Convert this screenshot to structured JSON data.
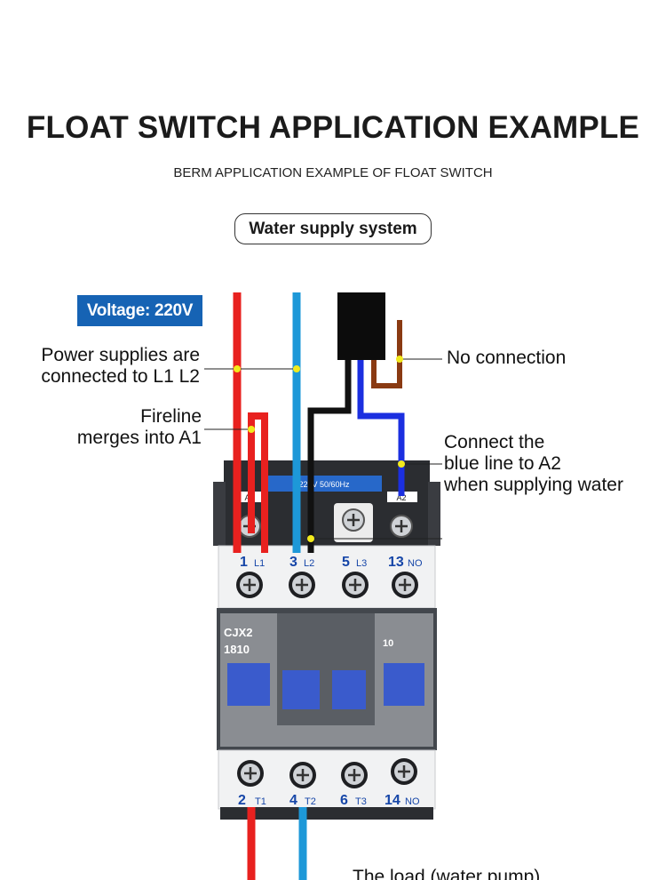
{
  "header": {
    "title": "FLOAT SWITCH APPLICATION EXAMPLE",
    "subtitle": "BERM APPLICATION EXAMPLE OF FLOAT SWITCH",
    "section_pill": "Water supply system"
  },
  "badge": {
    "voltage": "Voltage: 220V"
  },
  "callouts": {
    "power_line1": "Power supplies are",
    "power_line2": "connected to L1  L2",
    "fire_line1": "Fireline",
    "fire_line2": "merges into A1",
    "no_connection": "No connection",
    "blue_line1": "Connect the",
    "blue_line2": "blue line to A2",
    "blue_line3": "when supplying water",
    "load": "The load (water pump)"
  },
  "contactor": {
    "coil_rating": "220V 50/60Hz",
    "coil_terminal_a1": "A1",
    "coil_terminal_a2": "A2",
    "model_line1": "CJX2",
    "model_line2": "1810",
    "aux_label": "10",
    "top_terminals": [
      {
        "num": "1",
        "name": "L1"
      },
      {
        "num": "3",
        "name": "L2"
      },
      {
        "num": "5",
        "name": "L3"
      },
      {
        "num": "13",
        "name": "NO"
      }
    ],
    "bottom_terminals": [
      {
        "num": "2",
        "name": "T1"
      },
      {
        "num": "4",
        "name": "T2"
      },
      {
        "num": "6",
        "name": "T3"
      },
      {
        "num": "14",
        "name": "NO"
      }
    ]
  },
  "colors": {
    "fire_wire": "#e8211f",
    "neutral_wire": "#1d98d8",
    "float_black": "#111111",
    "float_blue": "#1b2fe0",
    "float_brown": "#8a3a12",
    "badge_bg": "#1663b4",
    "marker_dot": "#f2ea1c",
    "coil_plate": "#2768c9"
  }
}
